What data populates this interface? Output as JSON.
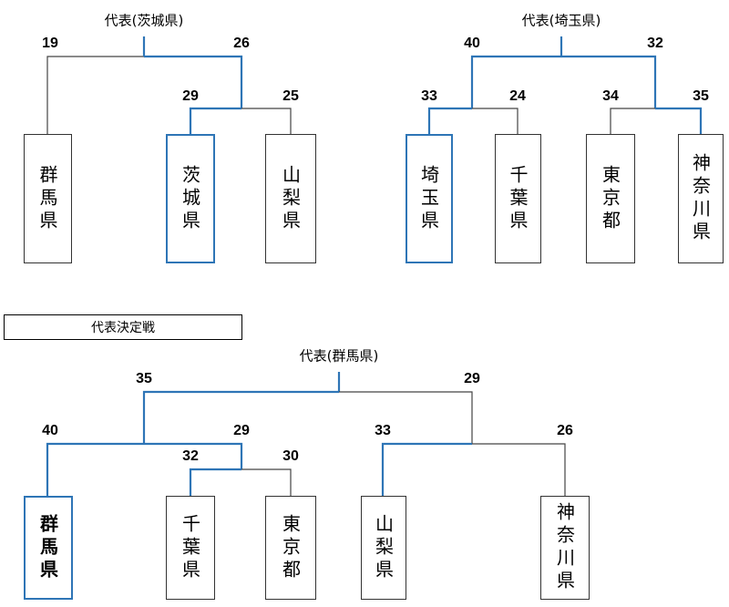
{
  "brackets": {
    "left": {
      "title": "代表(茨城県)",
      "scores": {
        "s1": "19",
        "s2": "26",
        "s3": "29",
        "s4": "25"
      },
      "teams": {
        "t1": "群馬県",
        "t2": "茨城県",
        "t3": "山梨県"
      }
    },
    "right": {
      "title": "代表(埼玉県)",
      "scores": {
        "s1": "40",
        "s2": "32",
        "s3": "33",
        "s4": "24",
        "s5": "34",
        "s6": "35"
      },
      "teams": {
        "t1": "埼玉県",
        "t2": "千葉県",
        "t3": "東京都",
        "t4": "神奈川県"
      }
    },
    "final": {
      "banner": "代表決定戦",
      "title": "代表(群馬県)",
      "scores": {
        "s1": "35",
        "s2": "29",
        "s3": "40",
        "s4": "29",
        "s5": "32",
        "s6": "30",
        "s7": "33",
        "s8": "26"
      },
      "teams": {
        "t1": "群馬県",
        "t2": "千葉県",
        "t3": "東京都",
        "t4": "山梨県",
        "t5": "神奈川県"
      }
    }
  },
  "colors": {
    "winner_line": "#2e75b6",
    "loser_line": "#444444",
    "box_border": "#333333"
  }
}
